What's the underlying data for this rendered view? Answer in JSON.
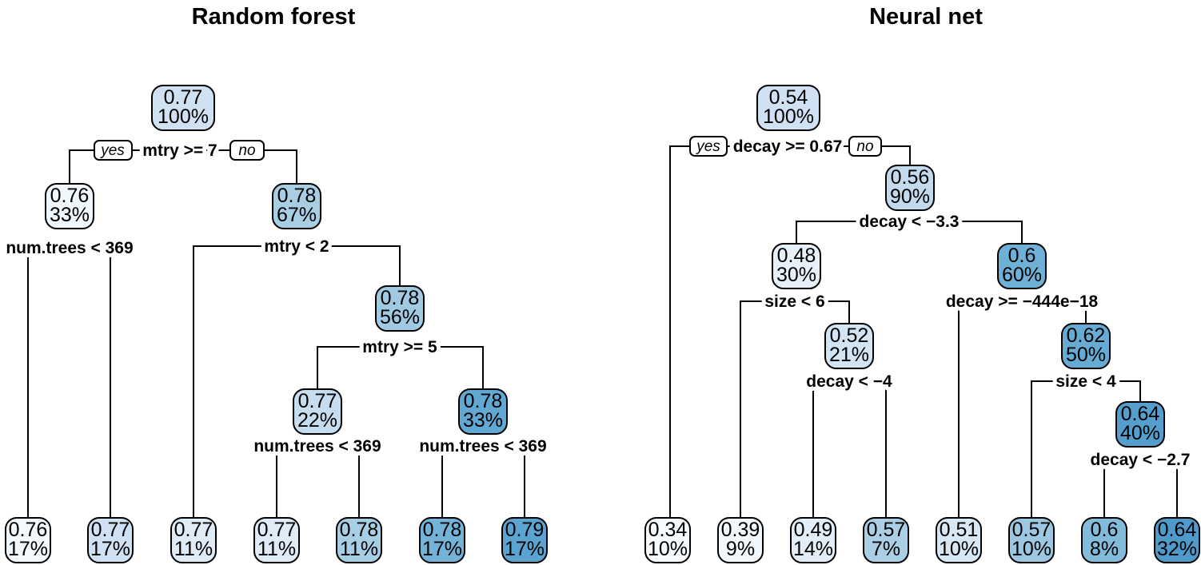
{
  "figure": {
    "background": "#ffffff",
    "line_color": "#000000",
    "text_color": "#000000"
  },
  "trees": [
    {
      "name": "Random forest",
      "yes": "yes",
      "no": "no",
      "nodes": [
        {
          "value": "0.77",
          "percent": "100%",
          "color": "#d0e2f2"
        },
        {
          "value": "0.76",
          "percent": "33%",
          "color": "#eff6fc"
        },
        {
          "value": "0.78",
          "percent": "67%",
          "color": "#a8cee4"
        },
        {
          "value": "0.78",
          "percent": "56%",
          "color": "#a0cae2"
        },
        {
          "value": "0.77",
          "percent": "22%",
          "color": "#c6dcef"
        },
        {
          "value": "0.78",
          "percent": "33%",
          "color": "#61a8d2"
        }
      ],
      "leaves": [
        {
          "value": "0.76",
          "percent": "17%",
          "color": "#f3f8fd"
        },
        {
          "value": "0.77",
          "percent": "17%",
          "color": "#cfe1f2"
        },
        {
          "value": "0.77",
          "percent": "11%",
          "color": "#dfebf7"
        },
        {
          "value": "0.77",
          "percent": "11%",
          "color": "#dfebf7"
        },
        {
          "value": "0.78",
          "percent": "11%",
          "color": "#a8cee4"
        },
        {
          "value": "0.78",
          "percent": "17%",
          "color": "#74b3d8"
        },
        {
          "value": "0.79",
          "percent": "17%",
          "color": "#5ba3d0"
        }
      ],
      "splits": [
        "mtry >= 7",
        "num.trees < 369",
        "mtry < 2",
        "mtry >= 5",
        "num.trees < 369",
        "num.trees < 369"
      ]
    },
    {
      "name": "Neural net",
      "yes": "yes",
      "no": "no",
      "nodes": [
        {
          "value": "0.54",
          "percent": "100%",
          "color": "#cfe1f2"
        },
        {
          "value": "0.56",
          "percent": "90%",
          "color": "#c2d9ee"
        },
        {
          "value": "0.48",
          "percent": "30%",
          "color": "#e7f0f9"
        },
        {
          "value": "0.6",
          "percent": "60%",
          "color": "#6fb0d7"
        },
        {
          "value": "0.52",
          "percent": "21%",
          "color": "#d3e4f3"
        },
        {
          "value": "0.62",
          "percent": "50%",
          "color": "#66abd4"
        },
        {
          "value": "0.64",
          "percent": "40%",
          "color": "#549fcd"
        }
      ],
      "leaves": [
        {
          "value": "0.34",
          "percent": "10%",
          "color": "#f7fafd"
        },
        {
          "value": "0.39",
          "percent": "9%",
          "color": "#f2f7fc"
        },
        {
          "value": "0.49",
          "percent": "14%",
          "color": "#e2edf8"
        },
        {
          "value": "0.57",
          "percent": "7%",
          "color": "#aacfe5"
        },
        {
          "value": "0.51",
          "percent": "10%",
          "color": "#d7e7f4"
        },
        {
          "value": "0.57",
          "percent": "10%",
          "color": "#9cc7e1"
        },
        {
          "value": "0.6",
          "percent": "8%",
          "color": "#83bbdb"
        },
        {
          "value": "0.64",
          "percent": "32%",
          "color": "#4e9acb"
        }
      ],
      "splits": [
        "decay >= 0.67",
        "decay < −3.3",
        "size < 6",
        "decay >= −444e−18",
        "decay < −4",
        "size < 4",
        "decay < −2.7"
      ]
    }
  ]
}
